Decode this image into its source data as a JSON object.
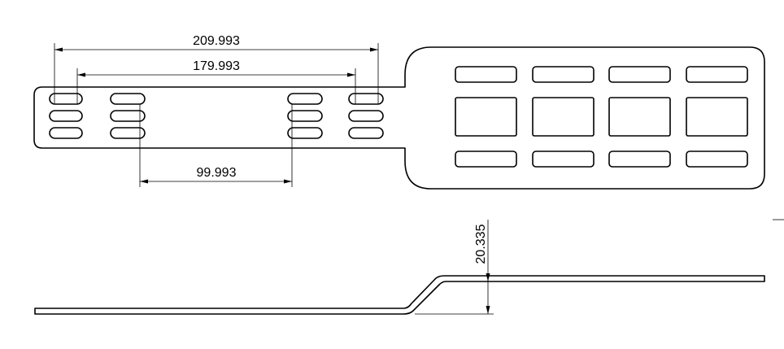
{
  "dimensions": {
    "overall_slot_span": "209.993",
    "inner_slot_span": "179.993",
    "middle_slot_span": "99.993",
    "offset_height": "20.335"
  }
}
